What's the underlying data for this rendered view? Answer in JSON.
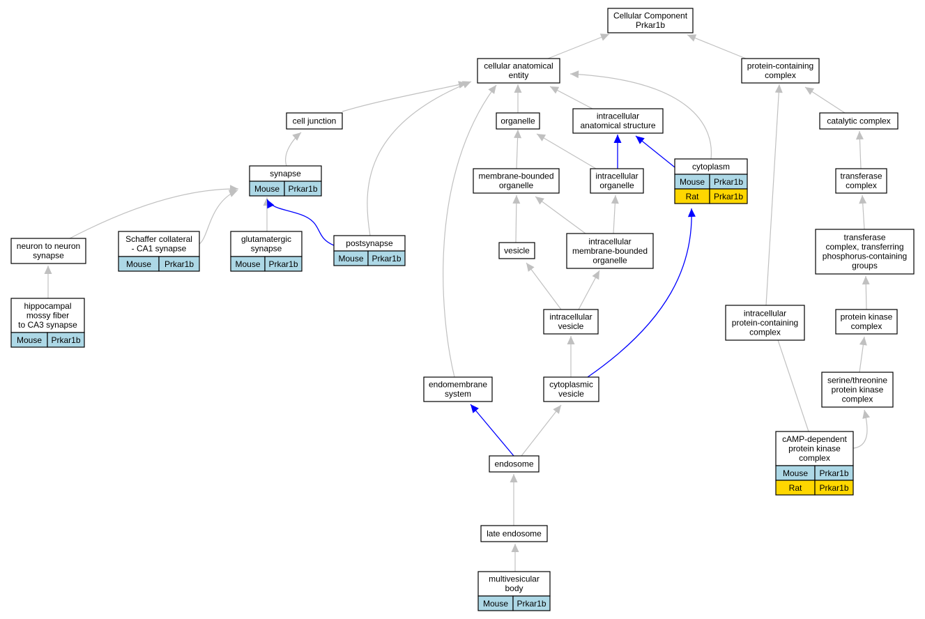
{
  "colors": {
    "mouse": "#add8e6",
    "rat": "#ffd700",
    "is_a_edge": "#c0c0c0",
    "annotated_edge": "#0000ff"
  },
  "nodes": {
    "root": {
      "lines": [
        "Cellular Component",
        "Prkar1b"
      ]
    },
    "cae": {
      "lines": [
        "cellular anatomical",
        "entity"
      ]
    },
    "pcc": {
      "lines": [
        "protein-containing",
        "complex"
      ]
    },
    "cell_junction": {
      "lines": [
        "cell junction"
      ]
    },
    "organelle": {
      "lines": [
        "organelle"
      ]
    },
    "ias": {
      "lines": [
        "intracellular",
        "anatomical structure"
      ]
    },
    "catalytic": {
      "lines": [
        "catalytic complex"
      ]
    },
    "synapse": {
      "lines": [
        "synapse"
      ],
      "rows": [
        [
          "Mouse",
          "Prkar1b"
        ]
      ]
    },
    "cytoplasm": {
      "lines": [
        "cytoplasm"
      ],
      "rows": [
        [
          "Mouse",
          "Prkar1b"
        ],
        [
          "Rat",
          "Prkar1b"
        ]
      ]
    },
    "mbo": {
      "lines": [
        "membrane-bounded",
        "organelle"
      ]
    },
    "io": {
      "lines": [
        "intracellular",
        "organelle"
      ]
    },
    "transferase": {
      "lines": [
        "transferase",
        "complex"
      ]
    },
    "n2n": {
      "lines": [
        "neuron to neuron",
        "synapse"
      ]
    },
    "schaffer": {
      "lines": [
        "Schaffer collateral",
        "- CA1 synapse"
      ],
      "rows": [
        [
          "Mouse",
          "Prkar1b"
        ]
      ]
    },
    "glut": {
      "lines": [
        "glutamatergic",
        "synapse"
      ],
      "rows": [
        [
          "Mouse",
          "Prkar1b"
        ]
      ]
    },
    "postsyn": {
      "lines": [
        "postsynapse"
      ],
      "rows": [
        [
          "Mouse",
          "Prkar1b"
        ]
      ]
    },
    "vesicle": {
      "lines": [
        "vesicle"
      ]
    },
    "imbo": {
      "lines": [
        "intracellular",
        "membrane-bounded",
        "organelle"
      ]
    },
    "tcp": {
      "lines": [
        "transferase",
        "complex, transferring",
        "phosphorus-containing",
        "groups"
      ]
    },
    "hippo": {
      "lines": [
        "hippocampal",
        "mossy fiber",
        "to CA3 synapse"
      ],
      "rows": [
        [
          "Mouse",
          "Prkar1b"
        ]
      ]
    },
    "iv": {
      "lines": [
        "intracellular",
        "vesicle"
      ]
    },
    "ipcc": {
      "lines": [
        "intracellular",
        "protein-containing",
        "complex"
      ]
    },
    "pkc": {
      "lines": [
        "protein kinase",
        "complex"
      ]
    },
    "endomem": {
      "lines": [
        "endomembrane",
        "system"
      ]
    },
    "cv": {
      "lines": [
        "cytoplasmic",
        "vesicle"
      ]
    },
    "stpk": {
      "lines": [
        "serine/threonine",
        "protein kinase",
        "complex"
      ]
    },
    "camp": {
      "lines": [
        "cAMP-dependent",
        "protein kinase",
        "complex"
      ],
      "rows": [
        [
          "Mouse",
          "Prkar1b"
        ],
        [
          "Rat",
          "Prkar1b"
        ]
      ]
    },
    "endosome": {
      "lines": [
        "endosome"
      ]
    },
    "late_endo": {
      "lines": [
        "late endosome"
      ]
    },
    "mvb": {
      "lines": [
        "multivesicular",
        "body"
      ],
      "rows": [
        [
          "Mouse",
          "Prkar1b"
        ]
      ]
    }
  },
  "edges": [
    {
      "from": "cae",
      "to": "root",
      "kind": "is_a"
    },
    {
      "from": "pcc",
      "to": "root",
      "kind": "is_a"
    },
    {
      "from": "cell_junction",
      "to": "cae",
      "kind": "is_a"
    },
    {
      "from": "organelle",
      "to": "cae",
      "kind": "is_a"
    },
    {
      "from": "ias",
      "to": "cae",
      "kind": "is_a"
    },
    {
      "from": "cytoplasm",
      "to": "cae",
      "kind": "is_a"
    },
    {
      "from": "postsyn",
      "to": "cae",
      "kind": "is_a"
    },
    {
      "from": "endomem",
      "to": "cae",
      "kind": "is_a"
    },
    {
      "from": "catalytic",
      "to": "pcc",
      "kind": "is_a"
    },
    {
      "from": "ipcc",
      "to": "pcc",
      "kind": "is_a"
    },
    {
      "from": "synapse",
      "to": "cell_junction",
      "kind": "is_a"
    },
    {
      "from": "mbo",
      "to": "organelle",
      "kind": "is_a"
    },
    {
      "from": "io",
      "to": "organelle",
      "kind": "is_a"
    },
    {
      "from": "io",
      "to": "ias",
      "kind": "annotated"
    },
    {
      "from": "cytoplasm",
      "to": "ias",
      "kind": "annotated"
    },
    {
      "from": "transferase",
      "to": "catalytic",
      "kind": "is_a"
    },
    {
      "from": "n2n",
      "to": "synapse",
      "kind": "is_a"
    },
    {
      "from": "schaffer",
      "to": "synapse",
      "kind": "is_a"
    },
    {
      "from": "glut",
      "to": "synapse",
      "kind": "is_a"
    },
    {
      "from": "postsyn",
      "to": "synapse",
      "kind": "annotated"
    },
    {
      "from": "vesicle",
      "to": "mbo",
      "kind": "is_a"
    },
    {
      "from": "imbo",
      "to": "mbo",
      "kind": "is_a"
    },
    {
      "from": "imbo",
      "to": "io",
      "kind": "is_a"
    },
    {
      "from": "tcp",
      "to": "transferase",
      "kind": "is_a"
    },
    {
      "from": "hippo",
      "to": "n2n",
      "kind": "is_a"
    },
    {
      "from": "iv",
      "to": "vesicle",
      "kind": "is_a"
    },
    {
      "from": "iv",
      "to": "imbo",
      "kind": "is_a"
    },
    {
      "from": "pkc",
      "to": "tcp",
      "kind": "is_a"
    },
    {
      "from": "cv",
      "to": "iv",
      "kind": "is_a"
    },
    {
      "from": "cv",
      "to": "cytoplasm",
      "kind": "annotated"
    },
    {
      "from": "stpk",
      "to": "pkc",
      "kind": "is_a"
    },
    {
      "from": "camp",
      "to": "stpk",
      "kind": "is_a"
    },
    {
      "from": "camp",
      "to": "ipcc",
      "kind": "is_a"
    },
    {
      "from": "endosome",
      "to": "endomem",
      "kind": "annotated"
    },
    {
      "from": "endosome",
      "to": "cv",
      "kind": "is_a"
    },
    {
      "from": "late_endo",
      "to": "endosome",
      "kind": "is_a"
    },
    {
      "from": "mvb",
      "to": "late_endo",
      "kind": "is_a"
    }
  ]
}
